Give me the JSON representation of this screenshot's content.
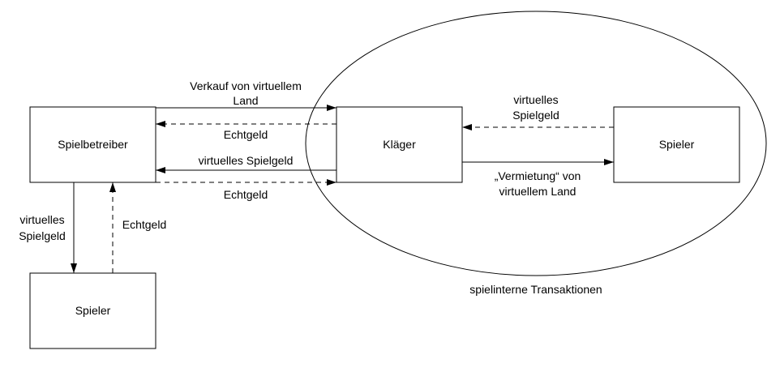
{
  "boxes": {
    "operator": "Spielbetreiber",
    "plaintiff": "Kläger",
    "player_right": "Spieler",
    "player_bottom": "Spieler"
  },
  "labels": {
    "sale_line1": "Verkauf von virtuellem",
    "sale_line2": "Land",
    "real_money_1": "Echtgeld",
    "virtual_money": "virtuelles Spielgeld",
    "real_money_2": "Echtgeld",
    "right_virtual_line1": "virtuelles",
    "right_virtual_line2": "Spielgeld",
    "rent_line1": "„Vermietung“ von",
    "rent_line2": "virtuellem Land",
    "down_virtual_line1": "virtuelles",
    "down_virtual_line2": "Spielgeld",
    "up_real_money": "Echtgeld",
    "ingame_caption": "spielinterne Transaktionen"
  }
}
